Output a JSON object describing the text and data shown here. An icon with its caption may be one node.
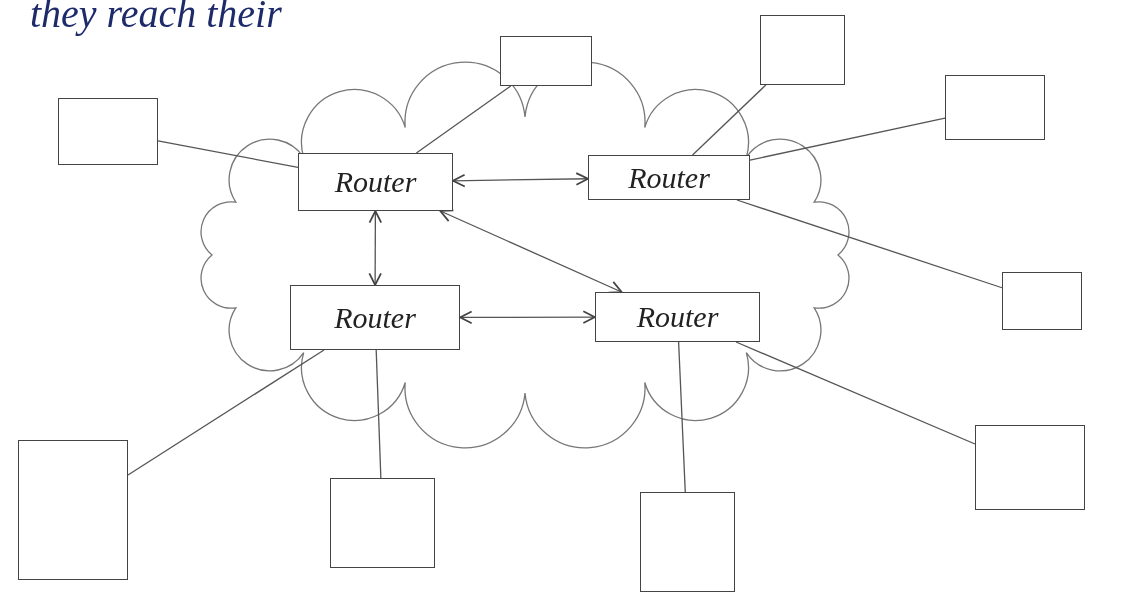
{
  "diagram": {
    "nodes": [
      {
        "text": [],
        "shape": "cloud"
      },
      {
        "text": [
          "Router"
        ],
        "in": 0
      },
      {
        "text": [
          "Router"
        ],
        "in": 0
      },
      {
        "text": [
          "Router"
        ],
        "in": 0
      },
      {
        "text": [
          "Router"
        ],
        "in": 0
      },
      {
        "text": [],
        "shape": "box"
      },
      {
        "text": [],
        "shape": "box"
      },
      {
        "text": [],
        "shape": "box"
      },
      {
        "text": [],
        "shape": "box"
      },
      {
        "text": [],
        "shape": "box"
      },
      {
        "text": [],
        "shape": "box"
      },
      {
        "text": [],
        "shape": "box"
      },
      {
        "text": [],
        "shape": "box"
      },
      {
        "text": [],
        "shape": "box"
      }
    ],
    "edges": [
      {
        "from": 1,
        "to": 2,
        "arrow": "both"
      },
      {
        "from": 1,
        "to": 3,
        "arrow": "both"
      },
      {
        "from": 3,
        "to": 4,
        "arrow": "both"
      },
      {
        "from": 4,
        "to": 1,
        "arrow": "both"
      },
      {
        "from": 5,
        "to": 1,
        "arrow": "none"
      },
      {
        "from": 6,
        "to": 1,
        "arrow": "none"
      },
      {
        "from": 7,
        "to": 2,
        "arrow": "none"
      },
      {
        "from": 8,
        "to": 2,
        "arrow": "none"
      },
      {
        "from": 9,
        "to": 2,
        "arrow": "none"
      },
      {
        "from": 3,
        "to": 10,
        "arrow": "none"
      },
      {
        "from": 3,
        "to": 11,
        "arrow": "none"
      },
      {
        "from": 4,
        "to": 12,
        "arrow": "none"
      },
      {
        "from": 4,
        "to": 13,
        "arrow": "none"
      }
    ],
    "labels": [
      "they reach their"
    ]
  }
}
